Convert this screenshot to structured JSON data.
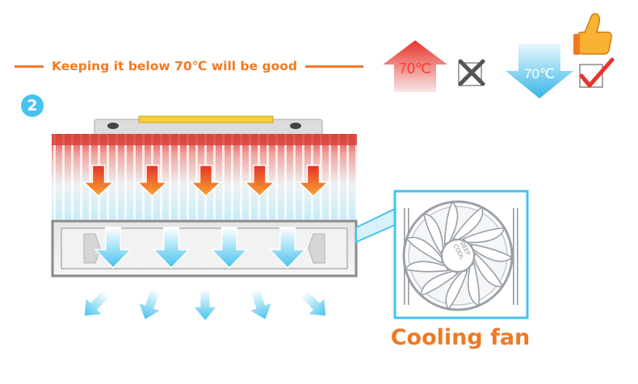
{
  "headline": {
    "text": "Keeping it below 70℃ will be good"
  },
  "step_number": "2",
  "comparison": {
    "hot": {
      "temperature_label": "70℃",
      "verdict": "bad",
      "icon": "cross-icon"
    },
    "cool": {
      "temperature_label": "70℃",
      "verdict": "good",
      "icon": "checkmark-icon"
    },
    "approval_icon": "thumbs-up-icon"
  },
  "heatsink": {
    "heat_arrow_count": 5,
    "inner_airflow_arrow_count": 4,
    "exhaust_arrow_count": 5
  },
  "fan": {
    "caption": "Cooling fan",
    "logo_text": "DEEP COOL",
    "blade_count": 11
  },
  "colors": {
    "accent_orange": "#f07a22",
    "cool_blue": "#45c2ee",
    "hot_red": "#e8322a",
    "arrow_orange": "#f5a623",
    "fin_red": "#d9443c"
  }
}
